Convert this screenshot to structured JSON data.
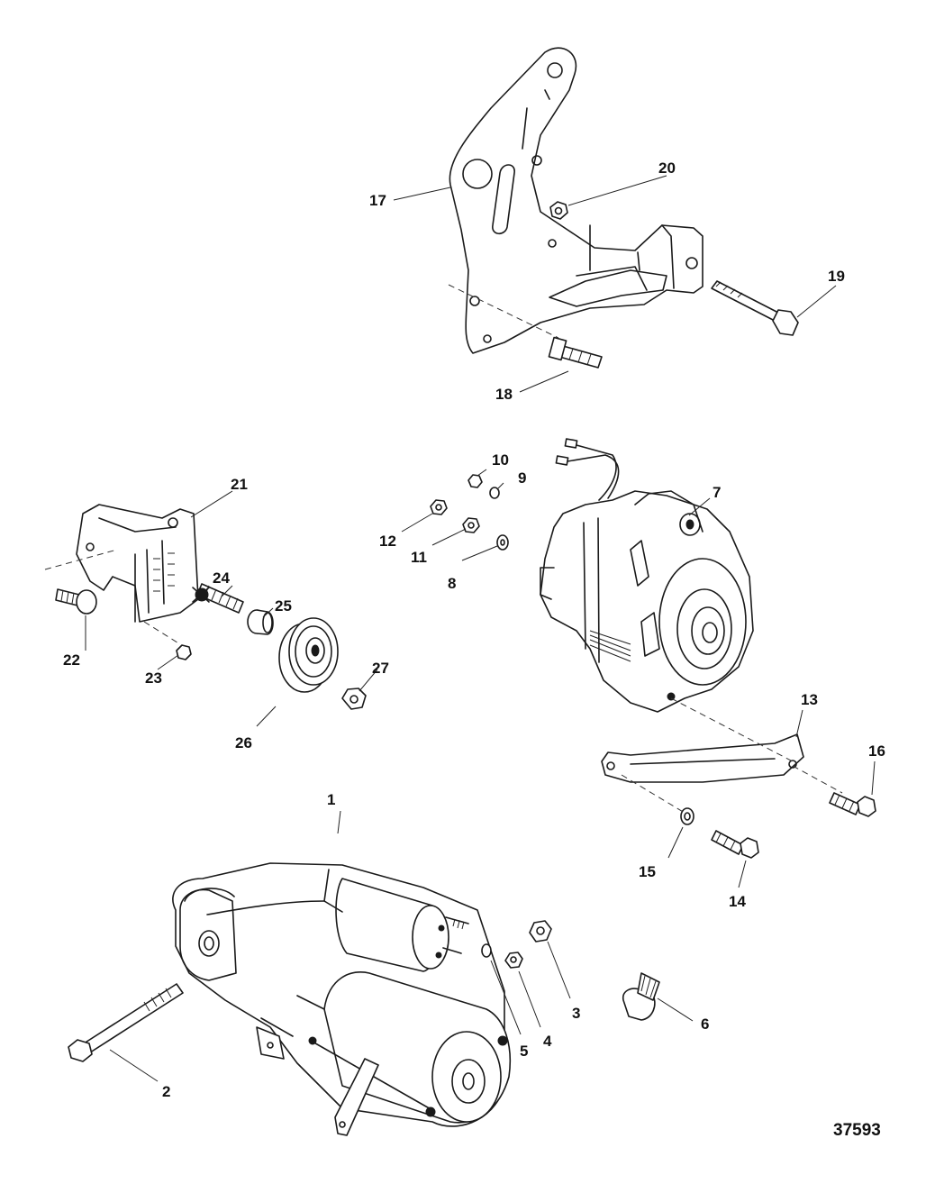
{
  "figure_id": "37593",
  "callouts": {
    "c1": "1",
    "c2": "2",
    "c3": "3",
    "c4": "4",
    "c5": "5",
    "c6": "6",
    "c7": "7",
    "c8": "8",
    "c9": "9",
    "c10": "10",
    "c11": "11",
    "c12": "12",
    "c13": "13",
    "c14": "14",
    "c15": "15",
    "c16": "16",
    "c17": "17",
    "c18": "18",
    "c19": "19",
    "c20": "20",
    "c21": "21",
    "c22": "22",
    "c23": "23",
    "c24": "24",
    "c25": "25",
    "c26": "26",
    "c27": "27"
  }
}
